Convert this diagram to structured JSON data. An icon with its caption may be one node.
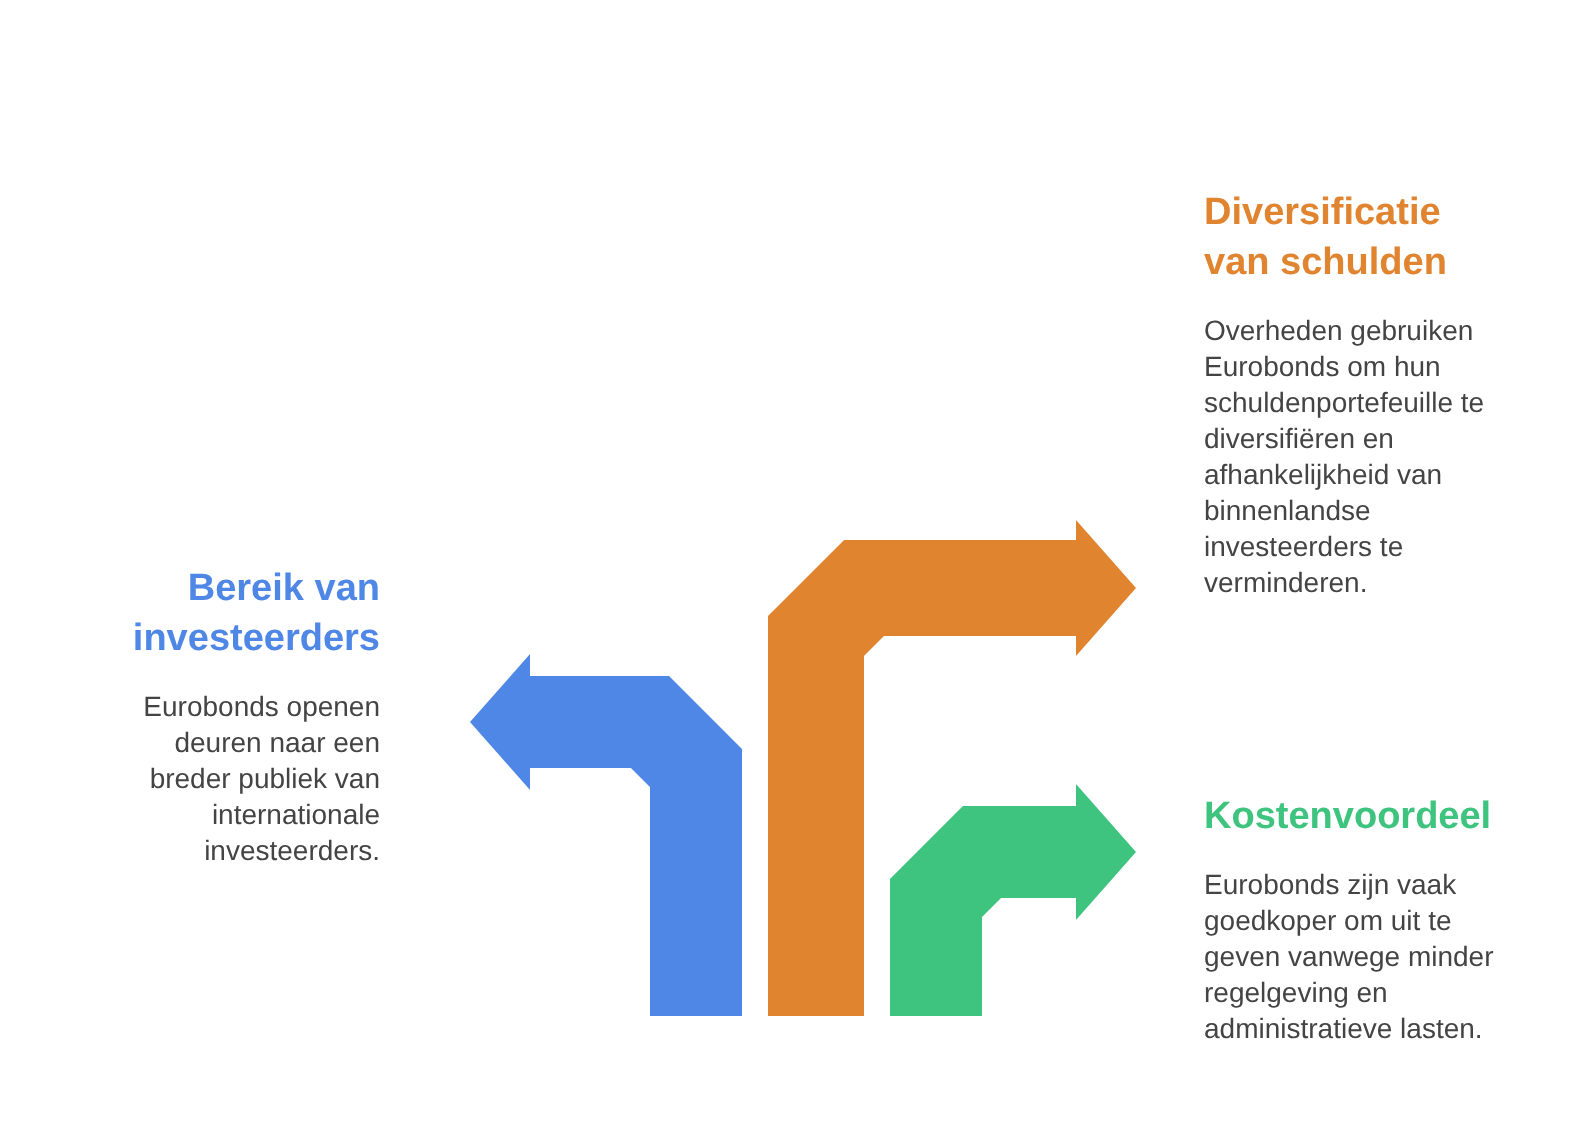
{
  "diagram": {
    "nodes": [
      {
        "text": [
          "Bereik van investeerders",
          "Eurobonds openen deuren naar een breder publiek van internationale investeerders."
        ]
      },
      {
        "text": [
          "Diversificatie van schulden",
          "Overheden gebruiken Eurobonds om hun schuldenportefeuille te diversifiëren en afhankelijkheid van binnenlandse investeerders te verminderen."
        ]
      },
      {
        "text": [
          "Kostenvoordeel",
          "Eurobonds zijn vaak goedkoper om uit te geven vanwege minder regelgeving en administratieve lasten."
        ]
      }
    ],
    "edges": [
      {
        "from": null,
        "to": 0,
        "arrow": "to",
        "color": "#4f87e6"
      },
      {
        "from": null,
        "to": 1,
        "arrow": "to",
        "color": "#e08430"
      },
      {
        "from": null,
        "to": 2,
        "arrow": "to",
        "color": "#3ec47e"
      }
    ]
  }
}
